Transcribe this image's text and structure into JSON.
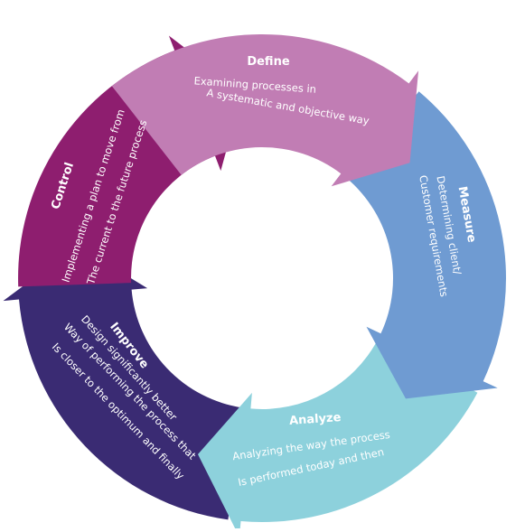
{
  "segments": [
    {
      "title": "Define",
      "color": "#C17DB4",
      "lines": [
        "Examining processes in",
        "A systematic and objective way"
      ]
    },
    {
      "title": "Measure",
      "color": "#6F9BD2",
      "lines": [
        "Determining client/",
        "Customer requirements"
      ]
    },
    {
      "title": "Analyze",
      "color": "#8DD1DC",
      "lines": [
        "Analyzing the way the process",
        "Is performed today and then"
      ]
    },
    {
      "title": "Improve",
      "color": "#3A2B73",
      "lines": [
        "Design significantly better",
        "Way of performing the process that",
        "Is closer to the optimum and finally"
      ]
    },
    {
      "title": "Control",
      "color": "#8E1E6F",
      "lines": [
        "Implementing a plan to move from",
        "The current to the future process"
      ]
    }
  ]
}
